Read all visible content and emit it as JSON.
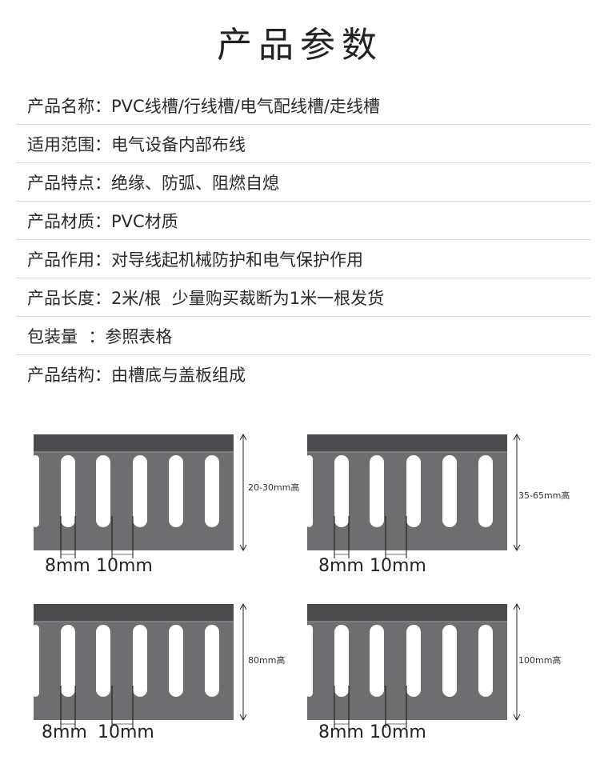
{
  "title": "产品参数",
  "params": [
    {
      "label": "产品名称：",
      "value": "PVC线槽/行线槽/电气配线槽/走线槽"
    },
    {
      "label": "适用范围：",
      "value": "电气设备内部布线"
    },
    {
      "label": "产品特点：",
      "value": "绝缘、防弧、阻燃自熄"
    },
    {
      "label": "产品材质：",
      "value": "PVC材质"
    },
    {
      "label": "产品作用：",
      "value": "对导线起机械防护和电气保护作用"
    },
    {
      "label": "产品长度：",
      "value": "2米/根  少量购买裁断为1米一根发货"
    },
    {
      "label": "包装量  ：",
      "value": "参照表格"
    },
    {
      "label": "产品结构：",
      "value": "由槽底与盖板组成"
    }
  ],
  "diagrams": [
    {
      "height_label": "20-30mm高",
      "slot_width": "8mm",
      "gap_width": "10mm"
    },
    {
      "height_label": "35-65mm高",
      "slot_width": "8mm",
      "gap_width": "10mm"
    },
    {
      "height_label": "80mm高",
      "slot_width": "8mm",
      "gap_width": "10mm"
    },
    {
      "height_label": "100mm高",
      "slot_width": "8mm",
      "gap_width": "10mm"
    }
  ],
  "colors": {
    "body": "#6e6e70",
    "top_band": "#4b4b4d",
    "edge": "#3a3a3a"
  }
}
